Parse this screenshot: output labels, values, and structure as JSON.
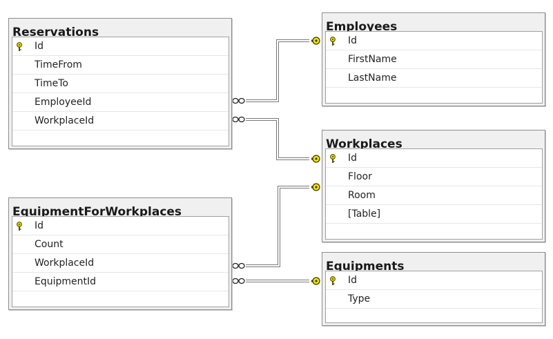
{
  "diagram": {
    "tables": {
      "reservations": {
        "title": "Reservations",
        "columns": [
          "Id",
          "TimeFrom",
          "TimeTo",
          "EmployeeId",
          "WorkplaceId"
        ]
      },
      "employees": {
        "title": "Employees",
        "columns": [
          "Id",
          "FirstName",
          "LastName"
        ]
      },
      "workplaces": {
        "title": "Workplaces",
        "columns": [
          "Id",
          "Floor",
          "Room",
          "[Table]"
        ]
      },
      "equipment_for_workplaces": {
        "title": "EquipmentForWorkplaces",
        "columns": [
          "Id",
          "Count",
          "WorkplaceId",
          "EquipmentId"
        ]
      },
      "equipments": {
        "title": "Equipments",
        "columns": [
          "Id",
          "Type"
        ]
      }
    },
    "relationships": [
      {
        "from": "Reservations.EmployeeId",
        "to": "Employees.Id",
        "from_end": "many",
        "to_end": "one"
      },
      {
        "from": "Reservations.WorkplaceId",
        "to": "Workplaces.Id",
        "from_end": "many",
        "to_end": "one"
      },
      {
        "from": "EquipmentForWorkplaces.WorkplaceId",
        "to": "Workplaces.Id",
        "from_end": "many",
        "to_end": "one"
      },
      {
        "from": "EquipmentForWorkplaces.EquipmentId",
        "to": "Equipments.Id",
        "from_end": "many",
        "to_end": "one"
      }
    ],
    "colors": {
      "key_icon": "#e8d800",
      "connector": "#777777",
      "table_header": "#f0f0f0"
    }
  }
}
